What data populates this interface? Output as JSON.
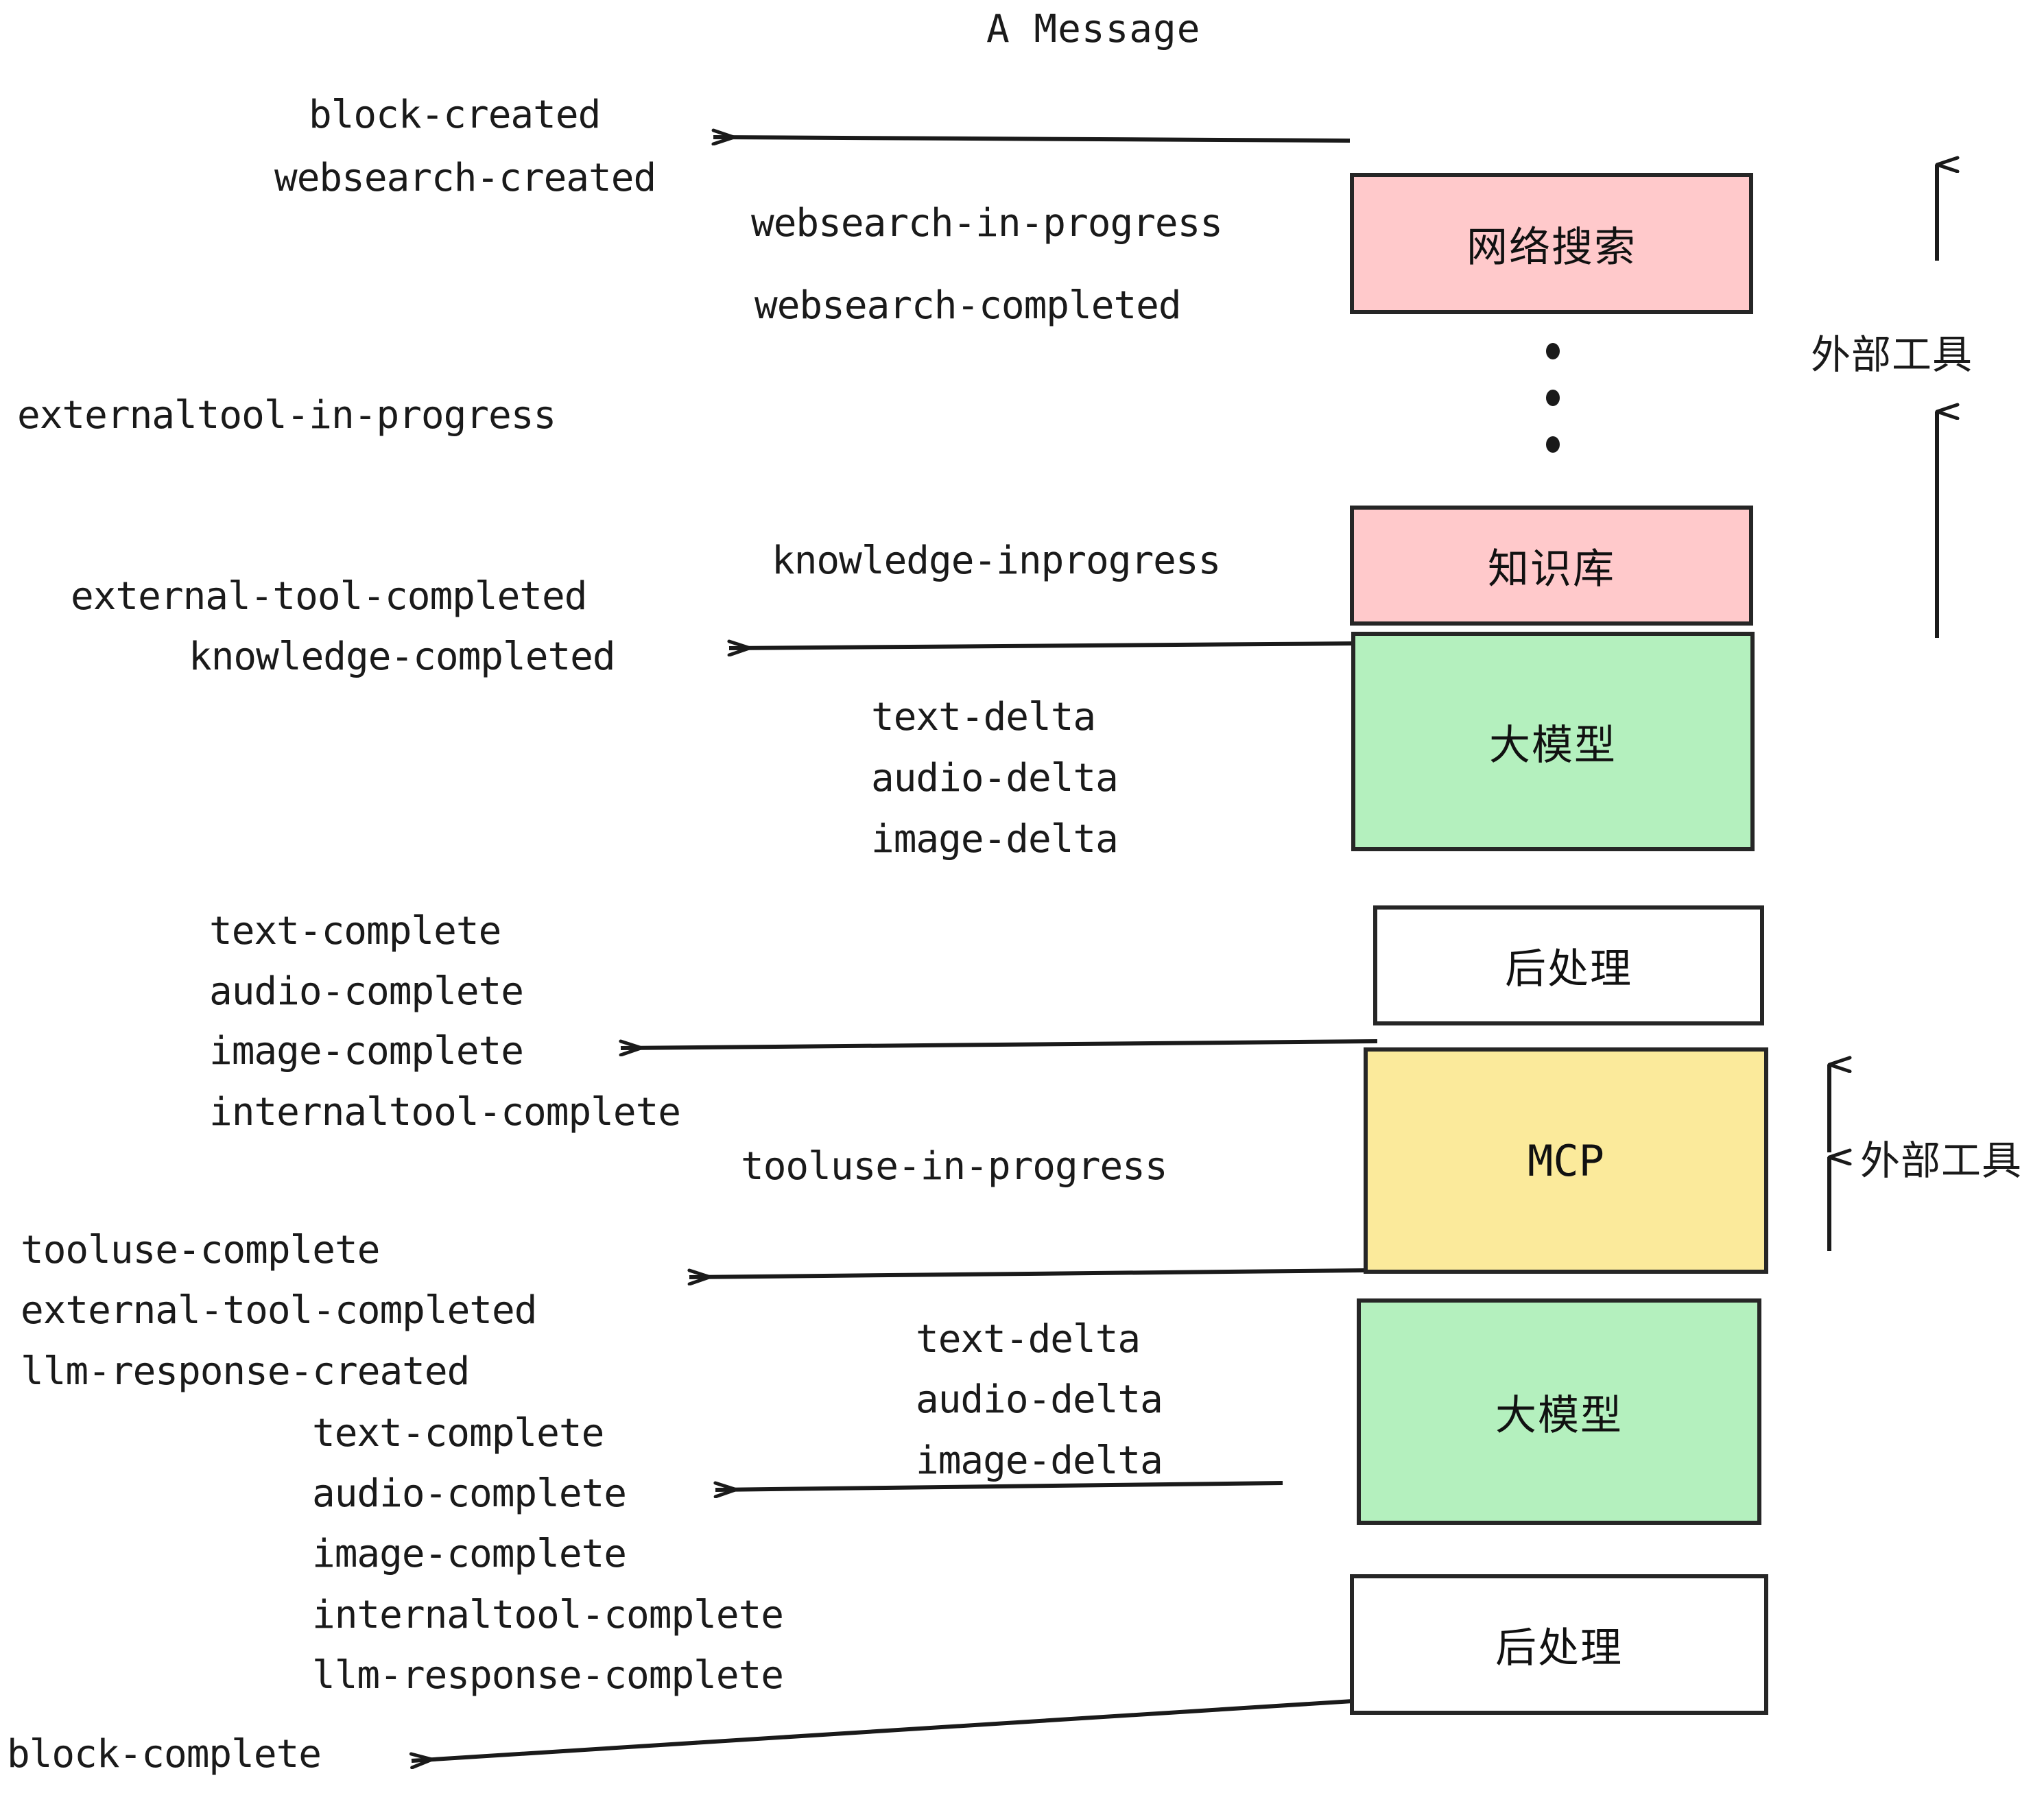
{
  "diagram": {
    "title": "A Message",
    "colors": {
      "pink": "#FFC9CB",
      "green": "#B4F0BE",
      "yellow": "#FBEA9B",
      "white": "#FFFFFF",
      "stroke": "#262626"
    },
    "boxes": [
      {
        "id": "websearch",
        "label": "网络搜索",
        "fill": "pink"
      },
      {
        "id": "knowledge",
        "label": "知识库",
        "fill": "pink"
      },
      {
        "id": "llm-top",
        "label": "大模型",
        "fill": "green"
      },
      {
        "id": "postprocess-top",
        "label": "后处理",
        "fill": "white"
      },
      {
        "id": "mcp",
        "label": "MCP",
        "fill": "yellow"
      },
      {
        "id": "llm-bottom",
        "label": "大模型",
        "fill": "green"
      },
      {
        "id": "postprocess-bottom",
        "label": "后处理",
        "fill": "white"
      }
    ],
    "side_labels": [
      {
        "id": "external-tools-upper",
        "label": "外部工具"
      },
      {
        "id": "external-tools-lower",
        "label": "外部工具"
      }
    ],
    "events": [
      {
        "id": "block-created",
        "text": "block-created"
      },
      {
        "id": "websearch-created",
        "text": "websearch-created"
      },
      {
        "id": "websearch-in-progress",
        "text": "websearch-in-progress"
      },
      {
        "id": "websearch-completed",
        "text": "websearch-completed"
      },
      {
        "id": "externaltool-in-progress",
        "text": "externaltool-in-progress"
      },
      {
        "id": "knowledge-inprogress",
        "text": "knowledge-inprogress"
      },
      {
        "id": "external-tool-completed-1",
        "text": "external-tool-completed"
      },
      {
        "id": "knowledge-completed",
        "text": "knowledge-completed"
      },
      {
        "id": "text-delta-1",
        "text": "text-delta"
      },
      {
        "id": "audio-delta-1",
        "text": "audio-delta"
      },
      {
        "id": "image-delta-1",
        "text": "image-delta"
      },
      {
        "id": "text-complete-1",
        "text": "text-complete"
      },
      {
        "id": "audio-complete-1",
        "text": "audio-complete"
      },
      {
        "id": "image-complete-1",
        "text": "image-complete"
      },
      {
        "id": "internaltool-complete-1",
        "text": "internaltool-complete"
      },
      {
        "id": "tooluse-in-progress",
        "text": "tooluse-in-progress"
      },
      {
        "id": "tooluse-complete",
        "text": "tooluse-complete"
      },
      {
        "id": "external-tool-completed-2",
        "text": "external-tool-completed"
      },
      {
        "id": "llm-response-created",
        "text": "llm-response-created"
      },
      {
        "id": "text-delta-2",
        "text": "text-delta"
      },
      {
        "id": "audio-delta-2",
        "text": "audio-delta"
      },
      {
        "id": "image-delta-2",
        "text": "image-delta"
      },
      {
        "id": "text-complete-2",
        "text": "text-complete"
      },
      {
        "id": "audio-complete-2",
        "text": "audio-complete"
      },
      {
        "id": "image-complete-2",
        "text": "image-complete"
      },
      {
        "id": "internaltool-complete-2",
        "text": "internaltool-complete"
      },
      {
        "id": "llm-response-complete",
        "text": "llm-response-complete"
      },
      {
        "id": "block-complete",
        "text": "block-complete"
      }
    ],
    "ellipsis_marker": "vertical-dots"
  }
}
